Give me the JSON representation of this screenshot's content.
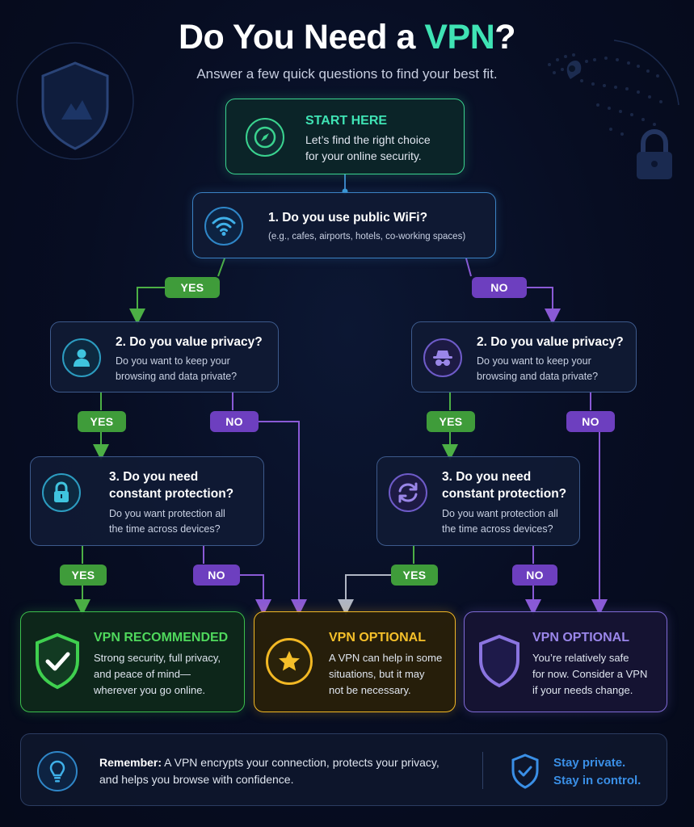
{
  "header": {
    "title_main": "Do You Need a ",
    "title_accent": "VPN",
    "title_end": "?",
    "subtitle": "Answer a few quick questions to find your best fit."
  },
  "start": {
    "heading": "START HERE",
    "line1": "Let’s find the right choice",
    "line2": "for your online security."
  },
  "q1": {
    "heading": "1. Do you use public WiFi?",
    "detail": "(e.g., cafes, airports, hotels, co-working spaces)"
  },
  "q2": {
    "heading": "2. Do you value privacy?",
    "line1": "Do you want to keep your",
    "line2": "browsing and data private?"
  },
  "q3": {
    "heading_line1": "3. Do you need",
    "heading_line2": "constant protection?",
    "line1": "Do you want protection all",
    "line2": "the time across devices?"
  },
  "labels": {
    "yes": "YES",
    "no": "NO"
  },
  "results": {
    "recommended": {
      "title": "VPN RECOMMENDED",
      "lines": [
        "Strong security, full privacy,",
        "and peace of mind—",
        "wherever you go online."
      ]
    },
    "optional_some": {
      "title": "VPN OPTIONAL",
      "lines": [
        "A VPN can help in some",
        "situations, but it may",
        "not be necessary."
      ]
    },
    "optional_safe": {
      "title": "VPN OPTIONAL",
      "lines": [
        "You’re relatively safe",
        "for now. Consider a VPN",
        "if your needs change."
      ]
    }
  },
  "footer": {
    "remember_label": "Remember:",
    "remember_text1": " A VPN encrypts your connection, protects your privacy,",
    "remember_text2": "and helps you browse with confidence.",
    "tagline1": "Stay private.",
    "tagline2": "Stay in control."
  },
  "colors": {
    "accent": "#3fe3b4",
    "yes": "#3f9c3a",
    "no": "#6d3fbf",
    "recommended": "#3bbf4c",
    "optional_some": "#f2b824",
    "optional_safe": "#7f6ad6"
  },
  "icons": {
    "start": "compass-icon",
    "q1": "wifi-icon",
    "q2_left": "user-icon",
    "q2_right": "incognito-icon",
    "q3_left": "lock-icon",
    "q3_right": "sync-icon",
    "recommended": "shield-check-icon",
    "optional_some": "star-icon",
    "optional_safe": "shield-icon",
    "footer_left": "lightbulb-icon",
    "footer_right": "shield-check-icon"
  }
}
